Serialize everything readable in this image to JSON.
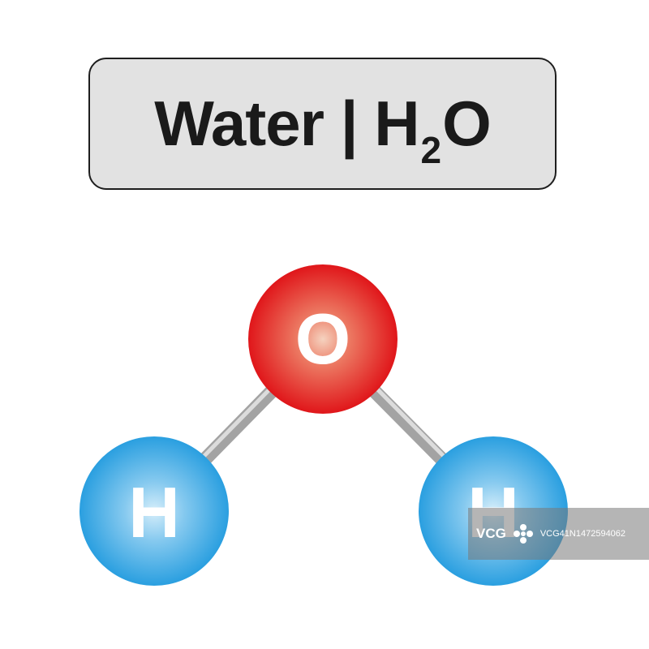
{
  "title": {
    "word": "Water",
    "separator": "|",
    "formula_element_1": "H",
    "formula_subscript": "2",
    "formula_element_2": "O"
  },
  "atoms": {
    "oxygen": {
      "symbol": "O",
      "color": "#e31b1b"
    },
    "hydrogen_left": {
      "symbol": "H",
      "color": "#2aa3e3"
    },
    "hydrogen_right": {
      "symbol": "H",
      "color": "#2aa3e3"
    }
  },
  "bond_color": "#9a9a9a",
  "watermark": {
    "logo": "VCG",
    "id": "VCG41N1472594062"
  }
}
